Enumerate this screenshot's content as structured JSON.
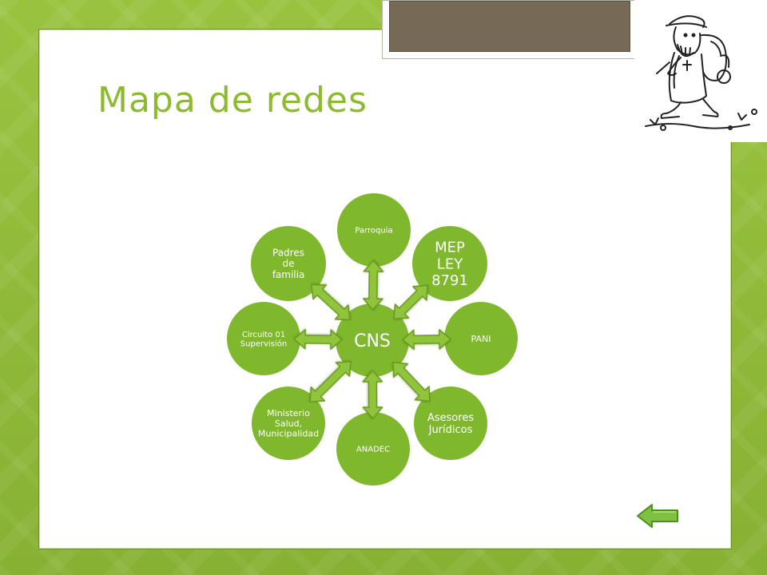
{
  "slide": {
    "title": "Mapa de redes"
  },
  "diagram": {
    "center": {
      "label": "CNS"
    },
    "nodes": [
      {
        "id": "parroquia",
        "lines": [
          "Parroquia"
        ]
      },
      {
        "id": "mep",
        "lines": [
          "MEP",
          "LEY",
          "8791"
        ]
      },
      {
        "id": "pani",
        "lines": [
          "PANI"
        ]
      },
      {
        "id": "asesores",
        "lines": [
          "Asesores",
          "Jurídicos"
        ]
      },
      {
        "id": "anadec",
        "lines": [
          "ANADEC"
        ]
      },
      {
        "id": "ministerio",
        "lines": [
          "Ministerio",
          "Salud,",
          "Municipalidad"
        ]
      },
      {
        "id": "circuito",
        "lines": [
          "Circuito 01",
          "Supervisión"
        ]
      },
      {
        "id": "padres",
        "lines": [
          "Padres",
          "de",
          "familia"
        ]
      }
    ]
  },
  "colors": {
    "accent": "#8dbb2f",
    "node_fill": "#7fb82c",
    "arrow_fill": "#8fc43a",
    "arrow_stroke": "#6a9a20",
    "gray_box": "#766955"
  },
  "icons": {
    "hiker": "hiker-illustration",
    "back": "back-arrow-icon"
  }
}
